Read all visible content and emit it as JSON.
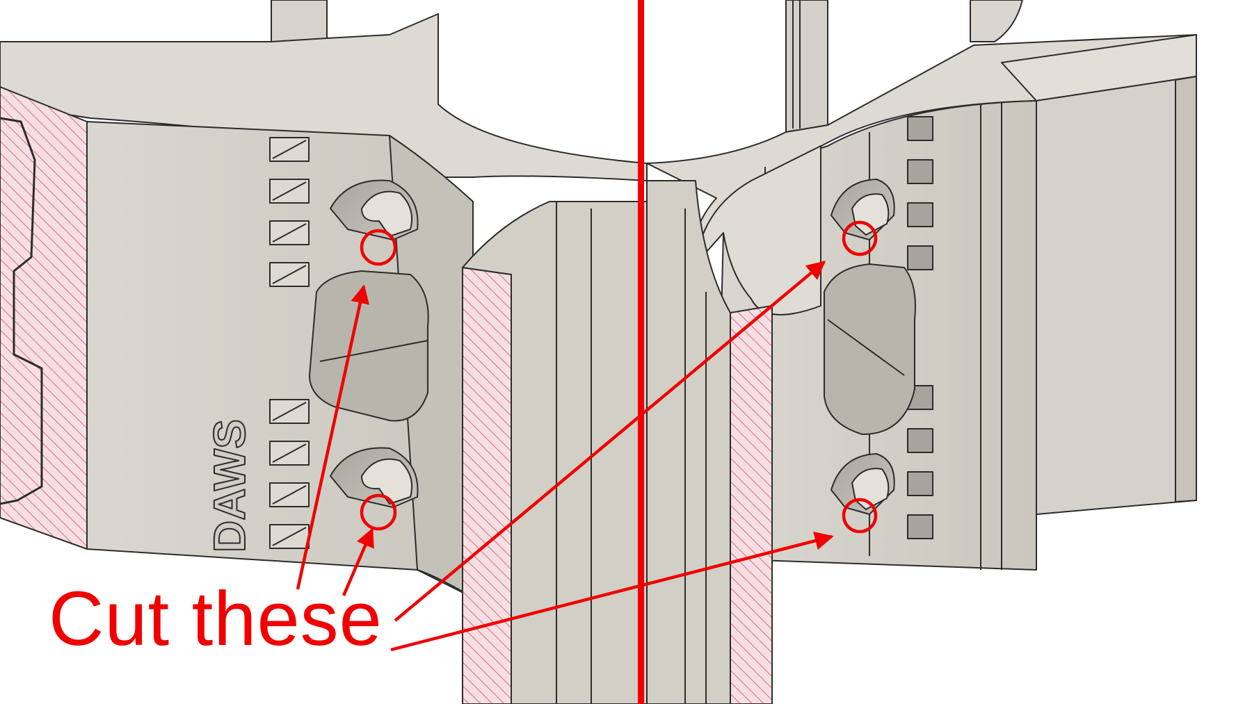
{
  "diagram": {
    "engraving": "DAWS",
    "callout": "Cut these",
    "colors": {
      "part_face": "#dcdad2",
      "part_shadow": "#bebcb3",
      "part_dark": "#a9a79f",
      "edge": "#2b2b2b",
      "section_fill": "#f6dfe2",
      "section_hatch": "#d86a7a",
      "annotation": "#f00000",
      "background": "#ffffff"
    },
    "views": [
      "left-view",
      "right-view"
    ]
  }
}
